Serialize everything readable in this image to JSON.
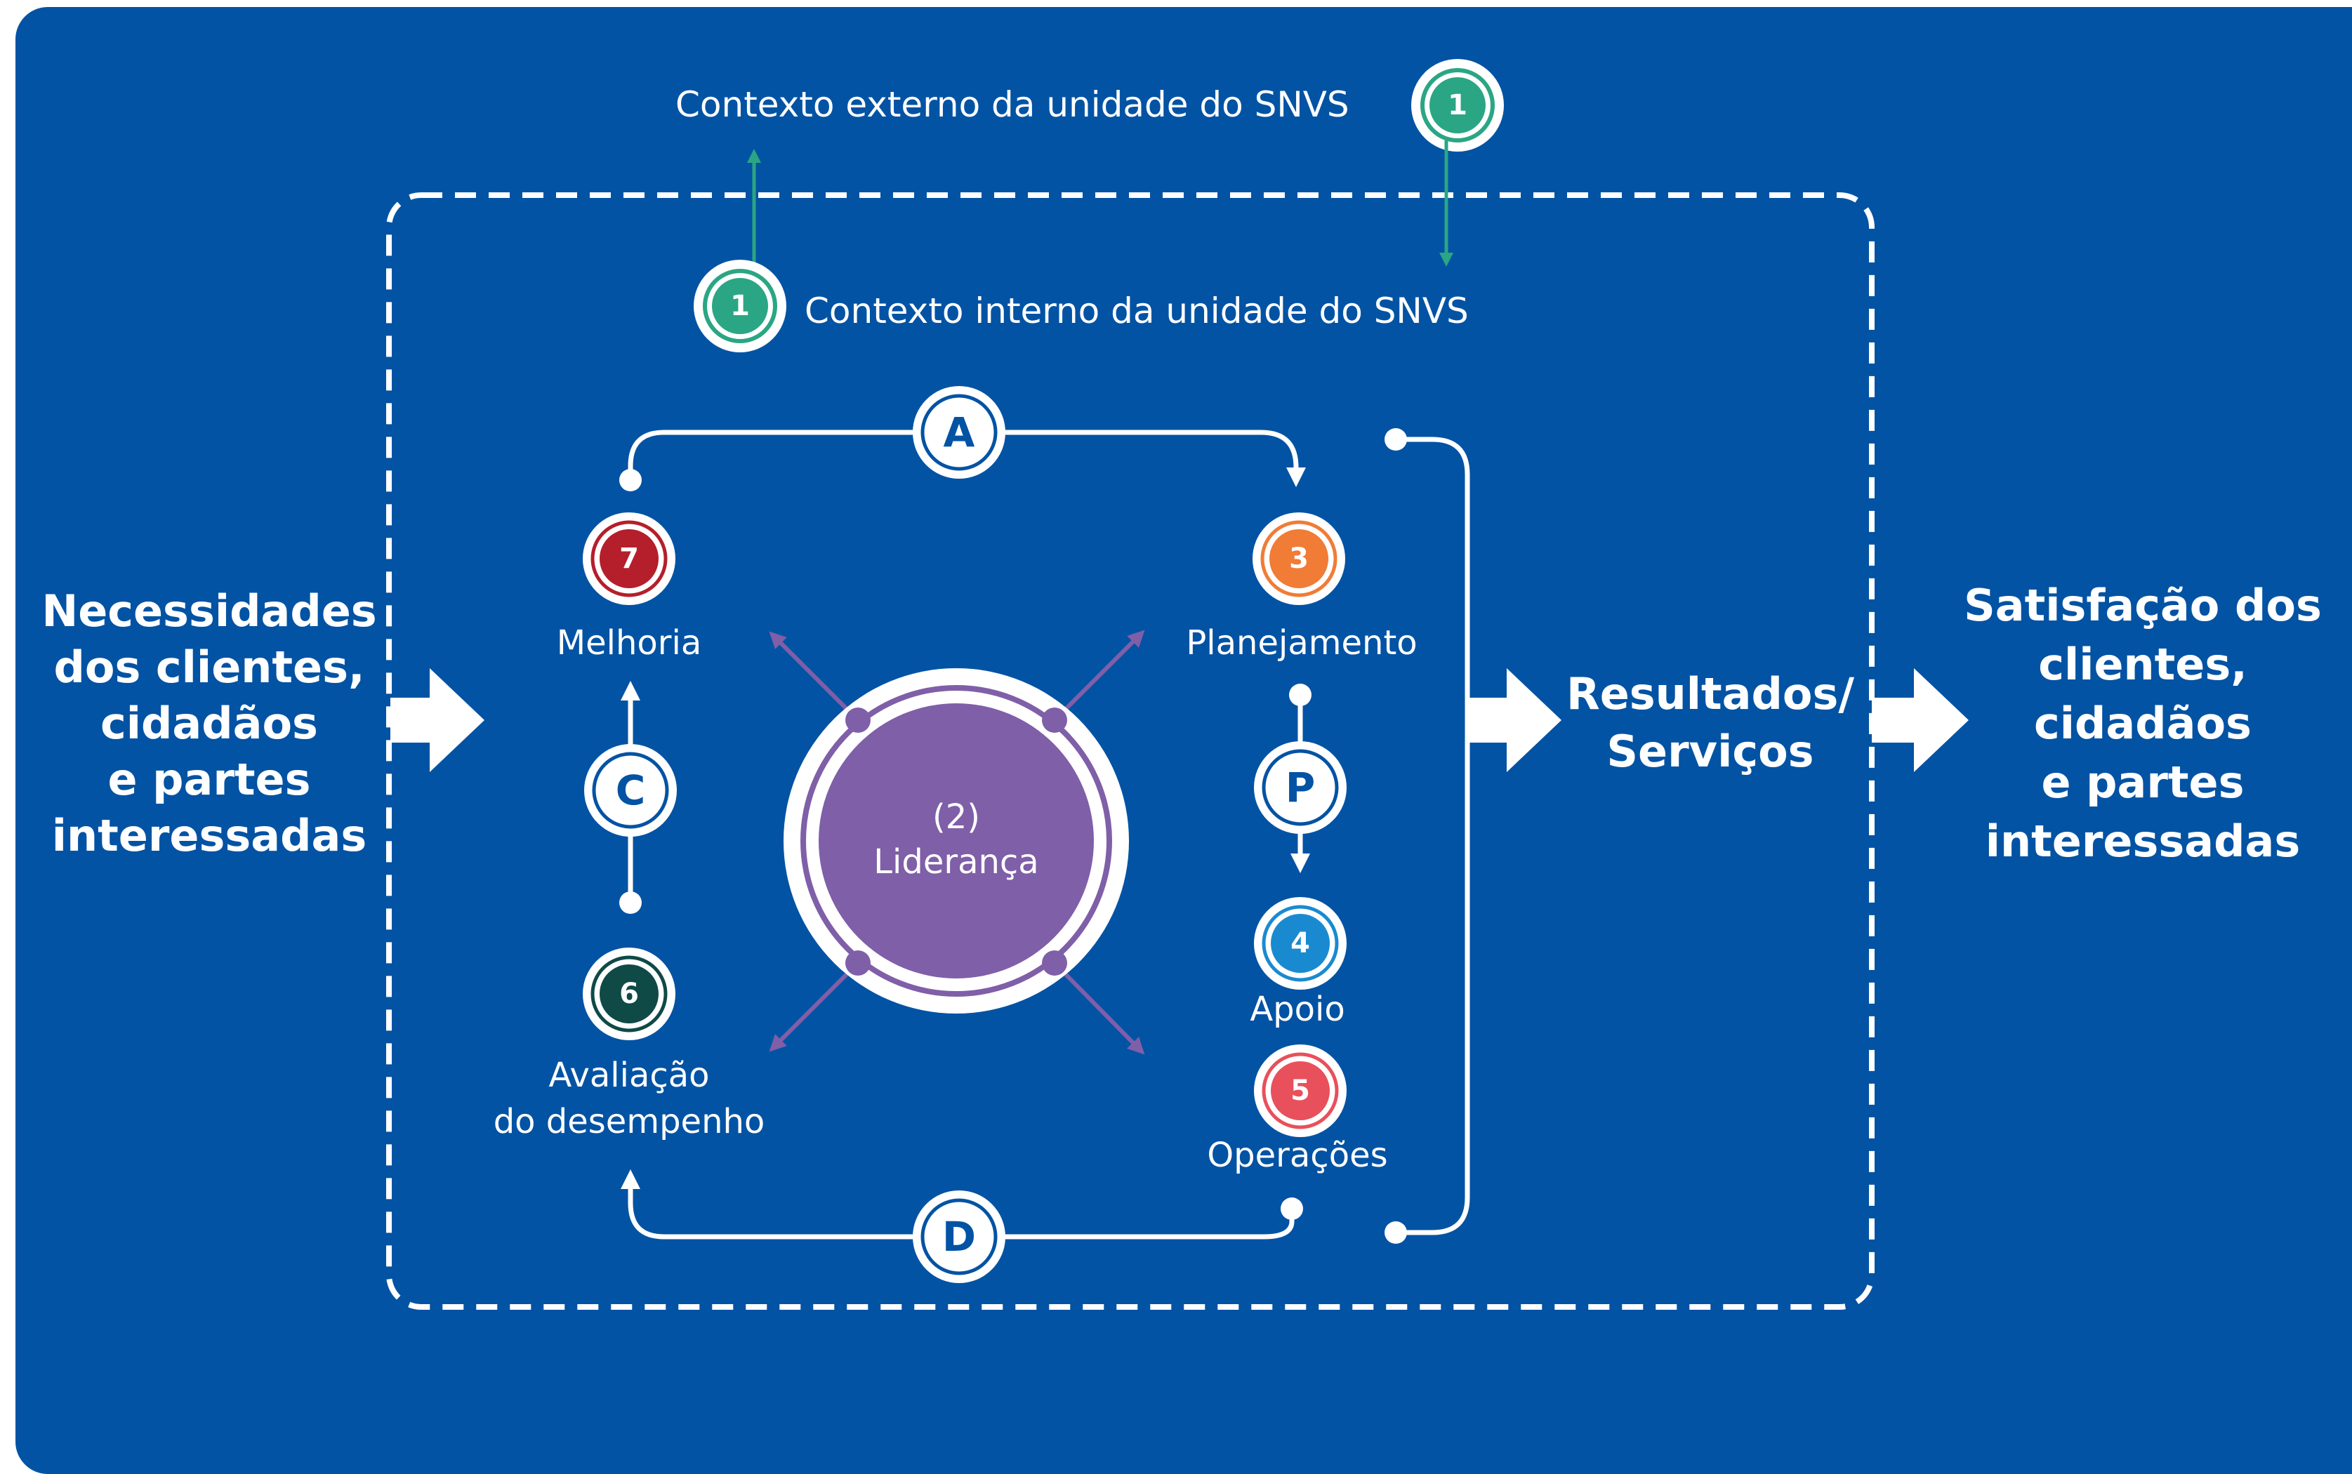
{
  "context": {
    "external": {
      "text": "Contexto externo da unidade do SNVS",
      "number": "1"
    },
    "internal": {
      "text": "Contexto interno da unidade do SNVS",
      "number": "1"
    }
  },
  "inputs": {
    "lines": [
      "Necessidades",
      "dos clientes,",
      "cidadãos",
      "e partes",
      "interessadas"
    ]
  },
  "outputs": {
    "lines": [
      "Satisfação dos",
      "clientes,",
      "cidadãos",
      "e partes",
      "interessadas"
    ]
  },
  "results": {
    "lines": [
      "Resultados/",
      "Serviços"
    ]
  },
  "leadership": {
    "number": "(2)",
    "label": "Liderança"
  },
  "cycle": {
    "A": "A",
    "P": "P",
    "D": "D",
    "C": "C"
  },
  "stages": {
    "planejamento": {
      "number": "3",
      "label": "Planejamento",
      "color": "#f07c36"
    },
    "apoio": {
      "number": "4",
      "label": "Apoio",
      "color": "#1a8ad0"
    },
    "operacoes": {
      "number": "5",
      "label": "Operações",
      "color": "#e8505b"
    },
    "avaliacao": {
      "number": "6",
      "label_line1": "Avaliação",
      "label_line2": "do desempenho",
      "color": "#0f4a47"
    },
    "melhoria": {
      "number": "7",
      "label": "Melhoria",
      "color": "#b41f2b"
    }
  },
  "colors": {
    "background": "#0353a4",
    "leadership": "#7f5fa8",
    "context": "#2aa684"
  }
}
